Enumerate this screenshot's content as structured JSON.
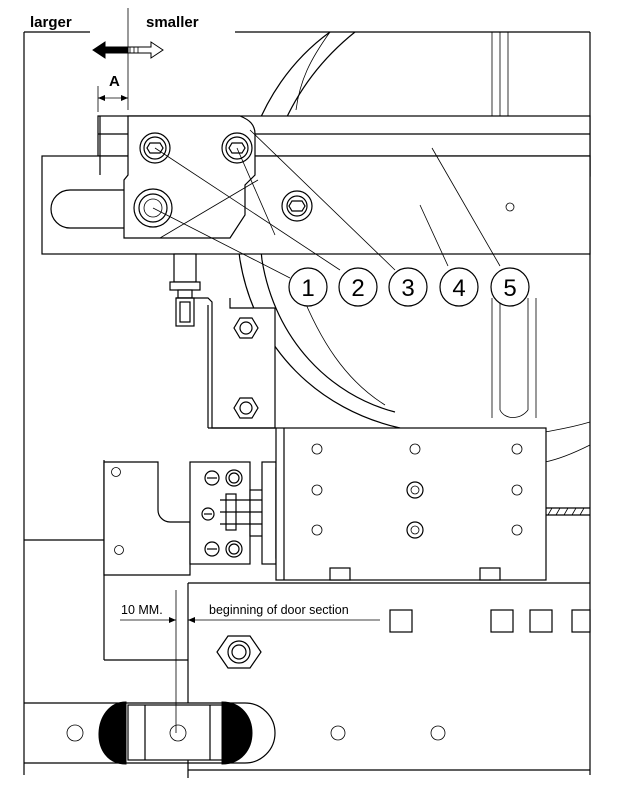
{
  "labels": {
    "larger": "larger",
    "smaller": "smaller",
    "dimension_a": "A",
    "ten_mm": "10 MM.",
    "door_section": "beginning of door section"
  },
  "callouts": [
    "1",
    "2",
    "3",
    "4",
    "5"
  ]
}
